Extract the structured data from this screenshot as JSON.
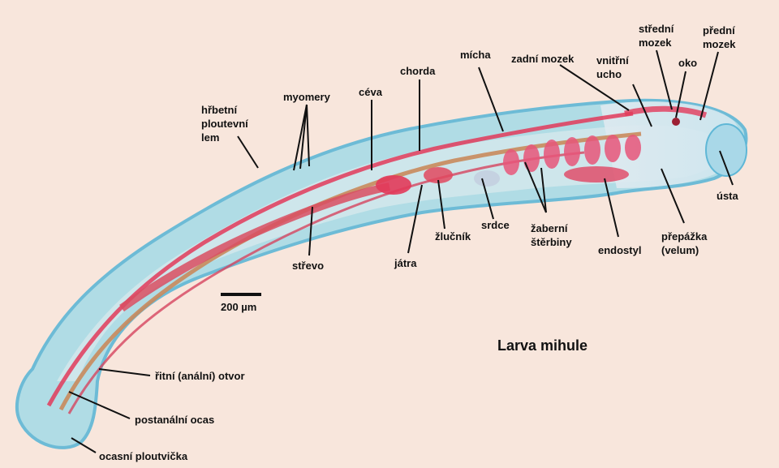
{
  "title": "Larva mihule",
  "scale_bar": {
    "label": "200 µm"
  },
  "labels": {
    "hrbetni": [
      "hřbetní",
      "ploutevní",
      "lem"
    ],
    "myomery": "myomery",
    "ceva": "céva",
    "chorda": "chorda",
    "micha": "mícha",
    "zadni_mozek": "zadní mozek",
    "vnitrni_ucho": [
      "vnitřní",
      "ucho"
    ],
    "stredni_mozek": [
      "střední",
      "mozek"
    ],
    "oko": "oko",
    "predni_mozek": [
      "přední",
      "mozek"
    ],
    "usta": "ústa",
    "strevo": "střevo",
    "jatra": "játra",
    "zlucnik": "žlučník",
    "srdce": "srdce",
    "zaberni": [
      "žaberní",
      "štěrbiny"
    ],
    "endostyl": "endostyl",
    "prepazka": [
      "přepážka",
      "(velum)"
    ],
    "ritni": "řitní (anální) otvor",
    "postanalni": "postanální ocas",
    "ocasni": "ocasní ploutvička"
  },
  "colors": {
    "background": "#f8e6dc",
    "body_fill": "#a9dbe6",
    "body_edge": "#5fb7d6",
    "tissue": "#e23a5a",
    "gut": "#d94e62",
    "notochord": "#c98a5c"
  }
}
